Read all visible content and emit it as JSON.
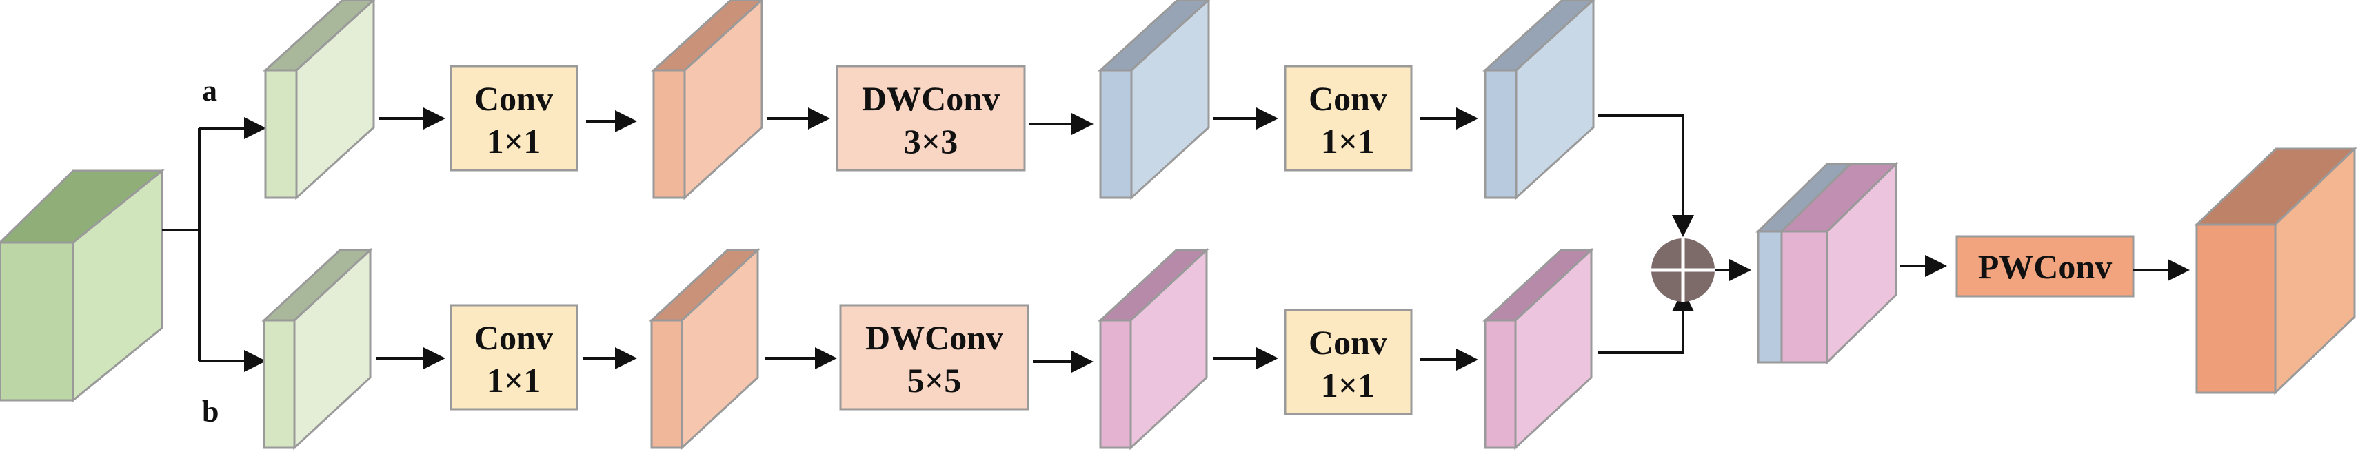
{
  "diagram": {
    "branches": [
      {
        "label": "a",
        "ops": [
          {
            "line1": "Conv",
            "line2": "1×1"
          },
          {
            "line1": "DWConv",
            "line2": "3×3"
          },
          {
            "line1": "Conv",
            "line2": "1×1"
          }
        ]
      },
      {
        "label": "b",
        "ops": [
          {
            "line1": "Conv",
            "line2": "1×1"
          },
          {
            "line1": "DWConv",
            "line2": "5×5"
          },
          {
            "line1": "Conv",
            "line2": "1×1"
          }
        ]
      }
    ],
    "merge": {
      "label": "PWConv",
      "operator_icon": "concat-plus-icon"
    },
    "colors": {
      "input_tensor": "#c4dcb0",
      "split_tensor": "#e2ecd2",
      "conv_box": "#fce9c2",
      "dwconv_box": "#f9d6c4",
      "pwconv_box": "#f2a47e",
      "salmon_tensor": "#f4bea6",
      "blue_tensor": "#c3d3e3",
      "pink_tensor": "#e9bedc",
      "output_tensor": "#efa17d",
      "operator": "#7d6b6a",
      "arrow": "#111111"
    }
  }
}
